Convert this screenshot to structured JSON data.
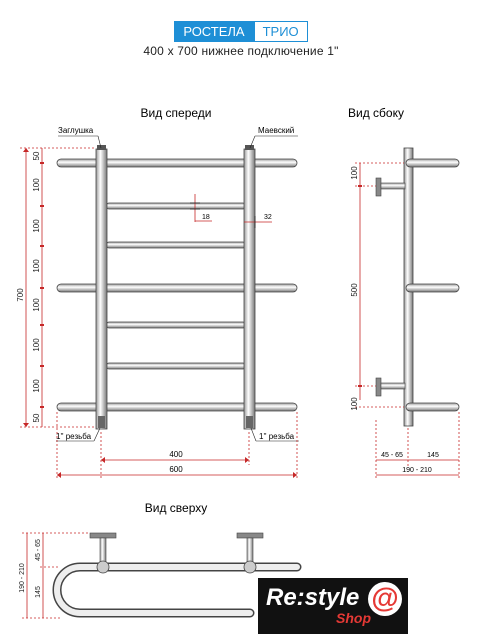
{
  "header": {
    "brand": "РОСТЕЛА",
    "model": "ТРИО",
    "subtitle": "400 x 700 нижнее подключение 1\""
  },
  "views": {
    "front": "Вид спереди",
    "side": "Вид сбоку",
    "top": "Вид сверху"
  },
  "labels": {
    "plug": "Заглушка",
    "mayevsky": "Маевский",
    "thread_left": "1'' резьба",
    "thread_right": "1'' резьба"
  },
  "front_dims": {
    "total_height": "700",
    "d50a": "50",
    "d100a": "100",
    "d100b": "100",
    "d100c": "100",
    "d100d": "100",
    "d100e": "100",
    "d100f": "100",
    "d50b": "50",
    "gap18": "18",
    "gap32": "32",
    "w400": "400",
    "w600": "600"
  },
  "side_dims": {
    "top100": "100",
    "mid500": "500",
    "bot100": "100",
    "d45_65": "45 - 65",
    "d145": "145",
    "d190_210": "190 - 210"
  },
  "top_dims": {
    "d190_210": "190 - 210",
    "d45_65": "45 - 65",
    "d145": "145"
  },
  "logo": {
    "main": "Re:style",
    "sub": "Shop",
    "at": "@"
  }
}
